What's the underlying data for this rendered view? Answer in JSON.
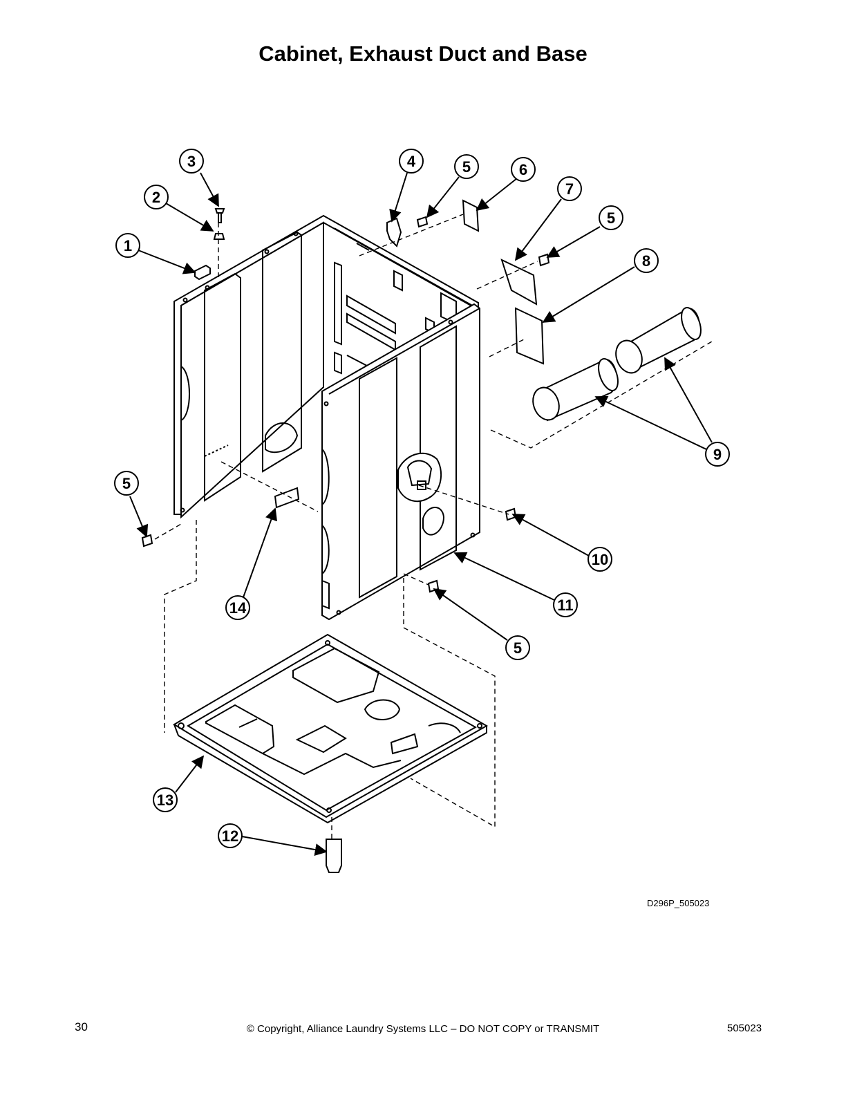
{
  "page": {
    "title": "Cabinet, Exhaust Duct and Base",
    "drawing_id": "D296P_505023",
    "page_number": "30",
    "copyright": "© Copyright, Alliance Laundry Systems LLC – DO NOT COPY or TRANSMIT",
    "document_number": "505023"
  },
  "callouts": [
    {
      "label": "3"
    },
    {
      "label": "2"
    },
    {
      "label": "1"
    },
    {
      "label": "4"
    },
    {
      "label": "5"
    },
    {
      "label": "6"
    },
    {
      "label": "7"
    },
    {
      "label": "5"
    },
    {
      "label": "8"
    },
    {
      "label": "9"
    },
    {
      "label": "5"
    },
    {
      "label": "10"
    },
    {
      "label": "11"
    },
    {
      "label": "14"
    },
    {
      "label": "5"
    },
    {
      "label": "13"
    },
    {
      "label": "12"
    }
  ]
}
